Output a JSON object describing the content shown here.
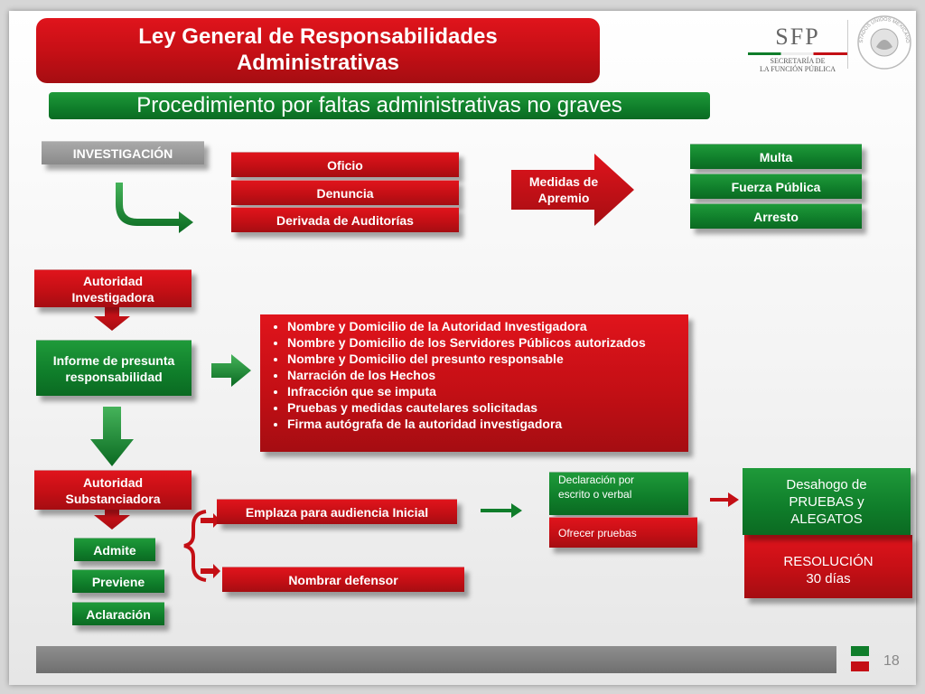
{
  "header": {
    "title_line1": "Ley General de Responsabilidades",
    "title_line2": "Administrativas",
    "subtitle": "Procedimiento por faltas administrativas no graves",
    "logo_text": "SFP",
    "logo_sub1": "SECRETARÍA DE",
    "logo_sub2": "LA FUNCIÓN PÚBLICA",
    "seal_text": "ESTADOS UNIDOS MEXICANOS"
  },
  "investigacion": {
    "label": "INVESTIGACIÓN",
    "sources": [
      "Oficio",
      "Denuncia",
      "Derivada de Auditorías"
    ],
    "medidas_line1": "Medidas de",
    "medidas_line2": "Apremio",
    "medidas_options": [
      "Multa",
      "Fuerza Pública",
      "Arresto"
    ]
  },
  "autoridad_investigadora": {
    "line1": "Autoridad",
    "line2": "Investigadora",
    "informe_line1": "Informe de presunta",
    "informe_line2": "responsabilidad",
    "requisitos": [
      "Nombre y Domicilio de la Autoridad Investigadora",
      "Nombre y Domicilio de los Servidores Públicos autorizados",
      "Nombre y Domicilio del presunto responsable",
      "Narración de los Hechos",
      "Infracción que se imputa",
      "Pruebas y medidas cautelares solicitadas",
      "Firma autógrafa de la autoridad investigadora"
    ]
  },
  "autoridad_substanciadora": {
    "line1": "Autoridad",
    "line2": "Substanciadora",
    "options": [
      "Admite",
      "Previene",
      "Aclaración"
    ],
    "emplaza": "Emplaza para audiencia Inicial",
    "defensor": "Nombrar defensor",
    "declaracion_line1": "Declaración por",
    "declaracion_line2": "escrito o verbal",
    "ofrecer": "Ofrecer pruebas",
    "desahogo_line1": "Desahogo de",
    "desahogo_line2": "PRUEBAS y",
    "desahogo_line3": "ALEGATOS",
    "resolucion_line1": "RESOLUCIÓN",
    "resolucion_line2": "30 días"
  },
  "footer": {
    "page_number": "18"
  },
  "colors": {
    "red": "#c40f15",
    "green": "#0f7d2a",
    "grey": "#8a8a8a"
  }
}
